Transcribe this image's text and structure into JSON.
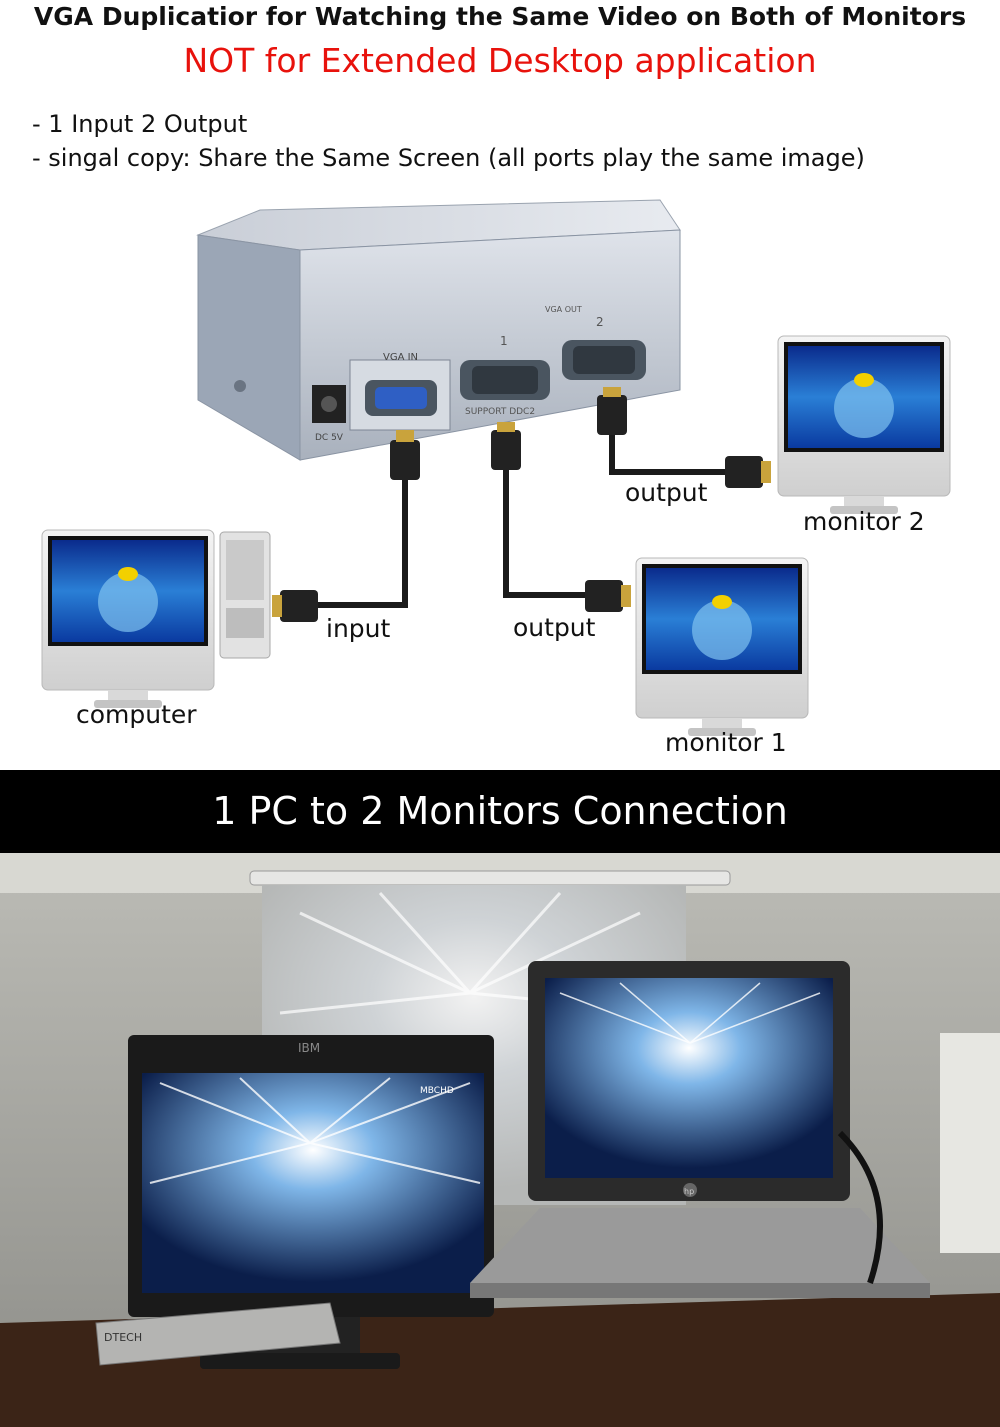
{
  "header": {
    "title": "VGA Duplicatior for Watching the Same Video on Both of Monitors",
    "subtitle": "NOT for Extended Desktop application"
  },
  "features": [
    "- 1 Input 2 Output",
    "- singal copy: Share the Same Screen (all ports play the  same  image)"
  ],
  "diagram": {
    "device_labels": {
      "vga_in": "VGA IN",
      "vga_out": "VGA OUT",
      "port_1": "1",
      "port_2": "2",
      "support": "SUPPORT DDC2",
      "dc": "DC 5V"
    },
    "labels": {
      "input": "input",
      "output_1": "output",
      "output_2": "output",
      "computer": "computer",
      "monitor_1": "monitor 1",
      "monitor_2": "monitor 2"
    }
  },
  "banner": {
    "text": "1 PC to 2 Monitors Connection"
  },
  "photo": {
    "monitor_brand": "IBM",
    "channel_logo": "MBCHD",
    "laptop_logo": "hp",
    "box_brand": "DTECH"
  },
  "colors": {
    "subtitle": "#e8120c",
    "banner_bg": "#000000"
  }
}
